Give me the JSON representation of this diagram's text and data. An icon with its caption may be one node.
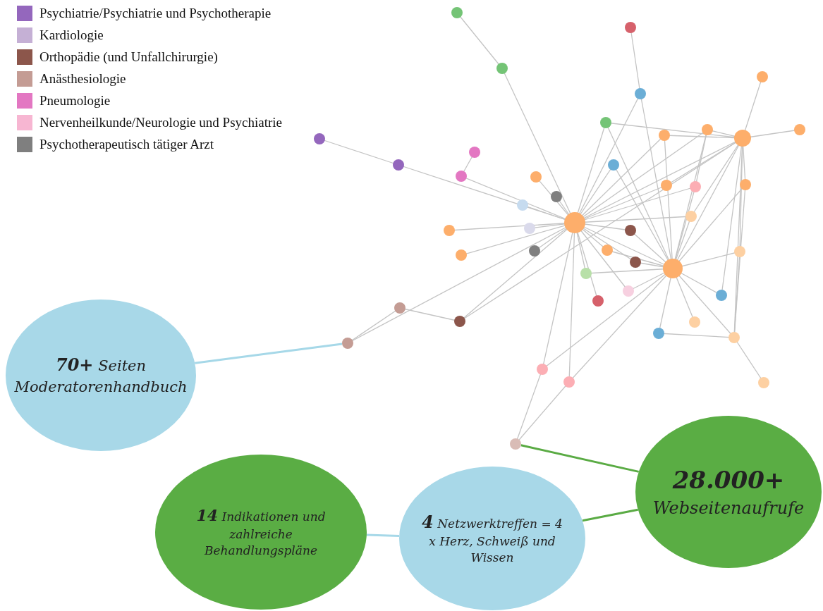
{
  "diagram": {
    "nodes": [
      {
        "text": [
          "**70+** Seiten Moderatorenhandbuch"
        ]
      },
      {
        "text": [
          "**14** Indikationen und zahlreiche Behandlungspläne"
        ]
      },
      {
        "text": [
          "**4** Netzwerktreffen = 4 x Herz, Schweiß und Wissen"
        ]
      },
      {
        "text": [
          "**28.000+** Webseitenaufrufe"
        ]
      },
      {
        "text": [],
        "shape": "circle"
      },
      {
        "text": [],
        "shape": "circle"
      }
    ],
    "edges": [
      {
        "from": 0,
        "to": 4,
        "arrow": "none",
        "color": "#a6d8e8"
      },
      {
        "from": 1,
        "to": 2,
        "arrow": "none",
        "color": "#a6d8e8"
      },
      {
        "from": 2,
        "to": 3,
        "arrow": "none",
        "color": "#5aab44"
      },
      {
        "from": 3,
        "to": 5,
        "arrow": "none",
        "color": "#5aab44"
      }
    ],
    "legend": [
      {
        "text": "Psychiatrie/Psychiatrie und Psychotherapie",
        "color": "#9467bd"
      },
      {
        "text": "Kardiologie",
        "color": "#c5b0d5"
      },
      {
        "text": "Orthopädie (und Unfallchirurgie)",
        "color": "#8c564b"
      },
      {
        "text": "Anästhesiologie",
        "color": "#c49c94"
      },
      {
        "text": "Pneumologie",
        "color": "#e377c2"
      },
      {
        "text": "Nervenheilkunde/Neurologie und Psychiatrie",
        "color": "#f7b6d2"
      },
      {
        "text": "Psychotherapeutisch tätiger Arzt",
        "color": "#7f7f7f"
      }
    ]
  }
}
